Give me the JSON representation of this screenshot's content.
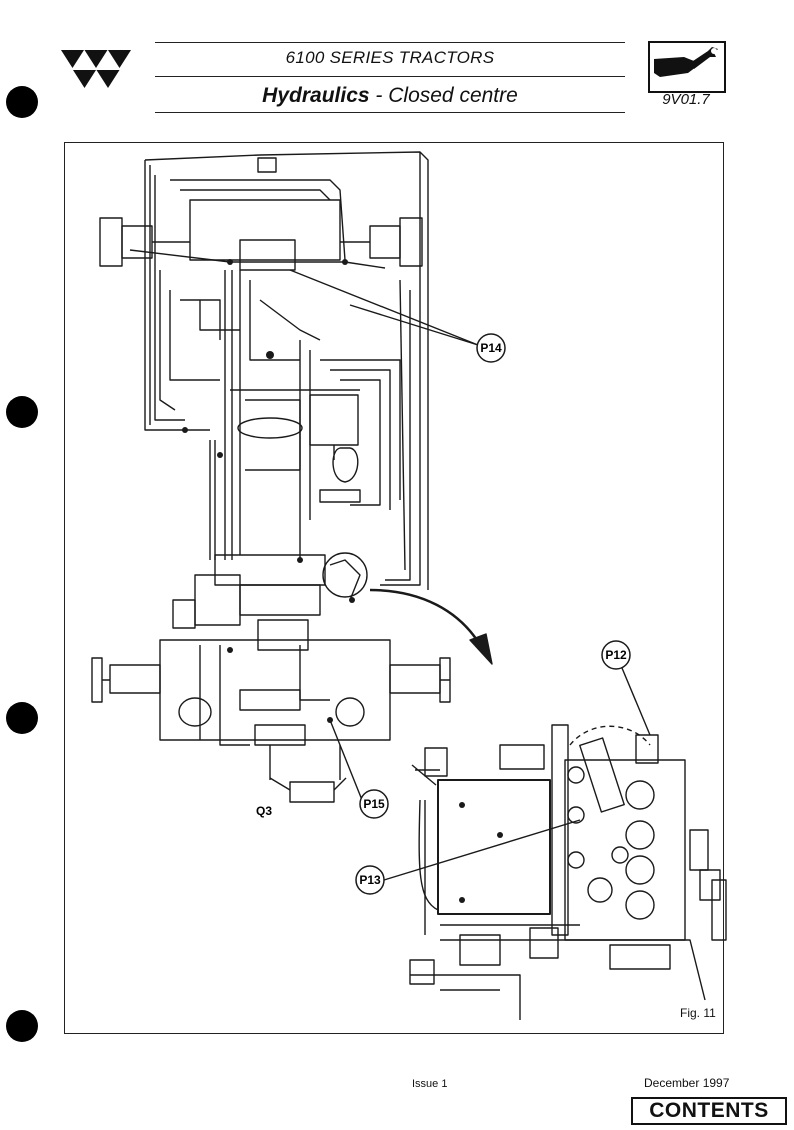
{
  "header": {
    "series": "6100 SERIES TRACTORS",
    "title_bold": "Hydraulics",
    "title_sep": " - ",
    "title_rest": "Closed centre",
    "ref": "9V01.7"
  },
  "figure": {
    "caption": "Fig. 11",
    "callouts": {
      "p14": "P14",
      "p12": "P12",
      "p13": "P13",
      "p15": "P15",
      "q3": "Q3"
    }
  },
  "footer": {
    "issue": "Issue 1",
    "date": "December 1997",
    "contents_button": "CONTENTS"
  },
  "icons": {
    "logo": "triple-triangle-logo-icon",
    "workshop": "hand-wrench-icon",
    "binder": "binder-hole-icon"
  }
}
